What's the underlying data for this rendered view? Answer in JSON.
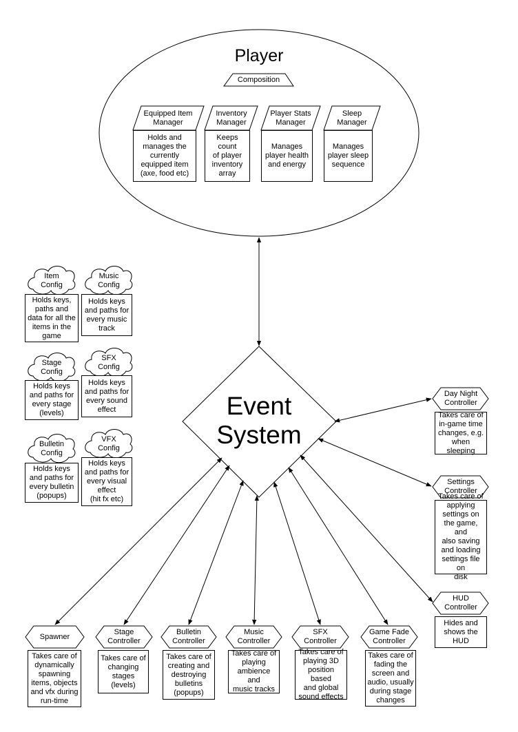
{
  "player": {
    "title": "Player",
    "composition": "Composition",
    "managers": [
      {
        "name": "Equipped Item\nManager",
        "desc": "Holds and\nmanages the\ncurrently\nequipped item\n(axe, food etc)"
      },
      {
        "name": "Inventory\nManager",
        "desc": "Keeps count\nof player\ninventory\narray"
      },
      {
        "name": "Player Stats\nManager",
        "desc": "Manages\nplayer health\nand energy"
      },
      {
        "name": "Sleep\nManager",
        "desc": "Manages\nplayer sleep\nsequence"
      }
    ]
  },
  "event_system": "Event\nSystem",
  "configs": [
    {
      "name": "Item\nConfig",
      "desc": "Holds keys,\npaths and\ndata for all the\nitems in the\ngame"
    },
    {
      "name": "Music\nConfig",
      "desc": "Holds keys\nand paths for\nevery music\ntrack"
    },
    {
      "name": "Stage\nConfig",
      "desc": "Holds keys\nand paths for\nevery stage\n(levels)"
    },
    {
      "name": "SFX\nConfig",
      "desc": "Holds keys\nand paths for\nevery sound\neffect"
    },
    {
      "name": "Bulletin\nConfig",
      "desc": "Holds keys\nand paths for\nevery bulletin\n(popups)"
    },
    {
      "name": "VFX\nConfig",
      "desc": "Holds keys\nand paths for\nevery visual\neffect\n(hit fx etc)"
    }
  ],
  "side_controllers": [
    {
      "name": "Day Night\nController",
      "desc": "Takes care of\nin-game time\nchanges, e.g.\nwhen sleeping"
    },
    {
      "name": "Settings\nController",
      "desc": "Takes care of\napplying\nsettings on\nthe game, and\nalso saving\nand loading\nsettings file on\ndisk"
    },
    {
      "name": "HUD\nController",
      "desc": "Hides and\nshows the\nHUD"
    }
  ],
  "bottom_controllers": [
    {
      "name": "Spawner",
      "desc": "Takes care of\ndynamically\nspawning\nitems, objects\nand vfx during\nrun-time"
    },
    {
      "name": "Stage\nController",
      "desc": "Takes care of\nchanging\nstages\n(levels)"
    },
    {
      "name": "Bulletin\nController",
      "desc": "Takes care of\ncreating and\ndestroying\nbulletins\n(popups)"
    },
    {
      "name": "Music\nController",
      "desc": "Takes care of\nplaying\nambience and\nmusic tracks"
    },
    {
      "name": "SFX\nController",
      "desc": "Takes care of\nplaying 3D\nposition based\nand global\nsound effects"
    },
    {
      "name": "Game Fade\nController",
      "desc": "Takes care of\nfading the\nscreen and\naudio, usually\nduring stage\nchanges"
    }
  ]
}
